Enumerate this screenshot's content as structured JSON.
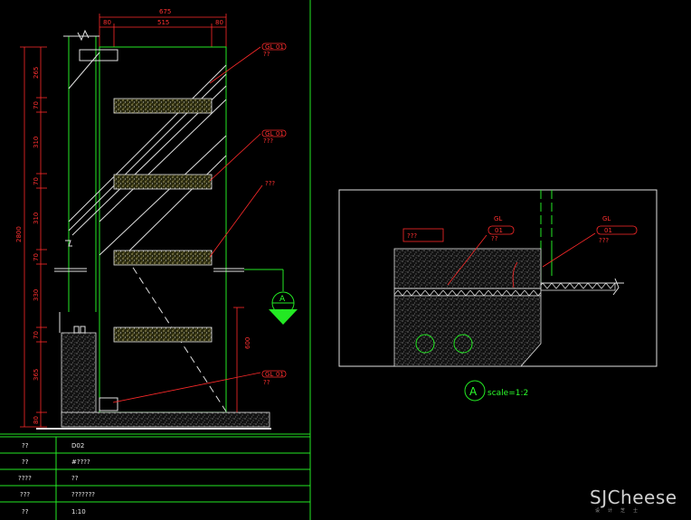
{
  "elevation": {
    "dims_top": {
      "overall": "675",
      "left": "80",
      "middle": "515",
      "right": "80"
    },
    "dims_left": {
      "overall": "2800",
      "segments": [
        "265",
        "70",
        "310",
        "70",
        "310",
        "70",
        "330",
        "70",
        "365",
        "80"
      ]
    },
    "dim_right_lower": "600",
    "callouts": [
      {
        "code": "01",
        "prefix": "GL",
        "sub": "??"
      },
      {
        "code": "01",
        "prefix": "GL",
        "sub": "???"
      },
      {
        "code": "",
        "prefix": "",
        "sub": "???"
      },
      {
        "code": "01",
        "prefix": "GL",
        "sub": "??"
      }
    ],
    "section_marker": {
      "letter": "A",
      "sub": "-"
    }
  },
  "detail": {
    "label_box": "???",
    "callouts": [
      {
        "prefix": "GL",
        "code": "01",
        "sub": "??"
      },
      {
        "prefix": "GL",
        "code": "01",
        "sub": "???"
      }
    ],
    "caption": {
      "letter": "A",
      "scale": "scale=1:2"
    }
  },
  "title_block": {
    "rows": [
      {
        "label": "??",
        "value": "D02"
      },
      {
        "label": "??",
        "value": "#????"
      },
      {
        "label": "????",
        "value": "??"
      },
      {
        "label": "???",
        "value": "???????"
      },
      {
        "label": "??",
        "value": "1:10"
      }
    ]
  },
  "watermark": {
    "brand": "SJCheese",
    "sub": "设计芝士"
  },
  "colors": {
    "background": "#000000",
    "linework": "#23e823",
    "annotation": "#ff2a2a",
    "text": "#e0e0e0"
  }
}
